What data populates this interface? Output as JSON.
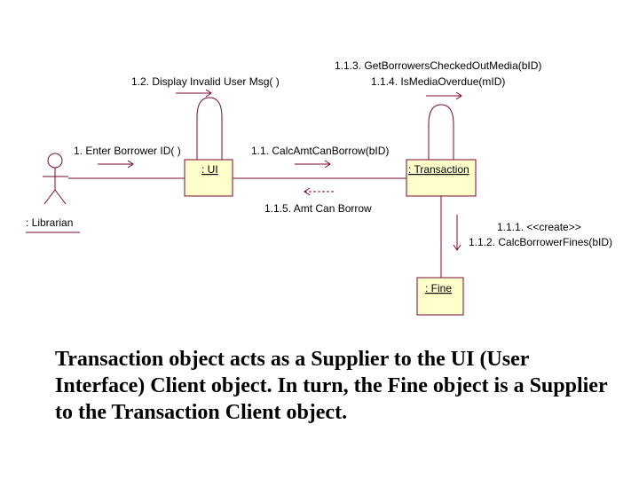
{
  "actor": {
    "label": ": Librarian"
  },
  "objects": {
    "ui": ": UI",
    "transaction": ": Transaction",
    "fine": ": Fine"
  },
  "messages": {
    "enter_borrower_id": "1. Enter Borrower ID( )",
    "display_invalid": "1.2. Display Invalid User Msg( )",
    "get_borrowers": "1.1.3. GetBorrowersCheckedOutMedia(bID)",
    "is_media_overdue": "1.1.4. IsMediaOverdue(mID)",
    "calc_amt_can_borrow": "1.1. CalcAmtCanBorrow(bID)",
    "amt_can_borrow_return": "1.1.5. Amt Can Borrow",
    "create": "1.1.1. <<create>>",
    "calc_borrower_fines": "1.1.2. CalcBorrowerFines(bID)"
  },
  "colors": {
    "link": "#7a0a2e",
    "object_fill": "#ffffcc"
  },
  "caption": "Transaction object acts as a Supplier to the UI (User Interface) Client object. In turn, the Fine object is a Supplier to the Transaction Client object."
}
